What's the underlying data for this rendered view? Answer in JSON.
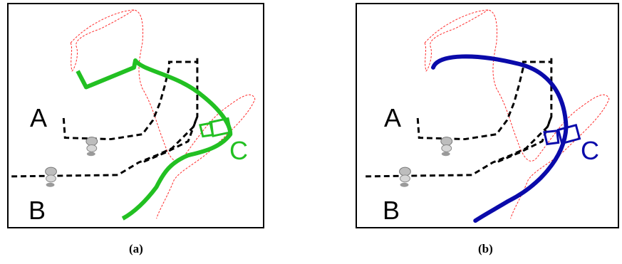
{
  "panels": [
    {
      "caption": "(a)",
      "labels": {
        "a": "A",
        "b": "B",
        "c": "C"
      },
      "trajectory_color": "#22c022"
    },
    {
      "caption": "(b)",
      "labels": {
        "a": "A",
        "b": "B",
        "c": "C"
      },
      "trajectory_color": "#0a0aaa"
    }
  ],
  "colors": {
    "dashed_path": "#000000",
    "thin_path": "#ff2a2a"
  },
  "icons": [
    "robot-icon",
    "camera-icon"
  ]
}
